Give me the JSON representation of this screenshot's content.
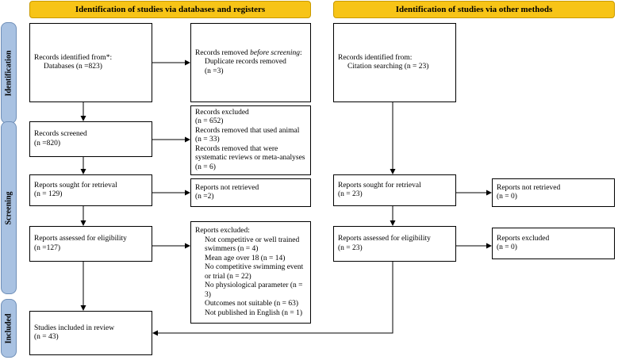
{
  "headers": {
    "databases": "Identification of studies via databases and registers",
    "other": "Identification of studies via other methods"
  },
  "stages": {
    "identification": "Identification",
    "screening": "Screening",
    "included": "Included"
  },
  "boxes": {
    "records_identified": {
      "l1": "Records identified from*:",
      "l2": "Databases (n =823)"
    },
    "records_removed": {
      "l1a": "Records removed ",
      "l1b": "before screening",
      "l1c": ":",
      "l2": "Duplicate records removed",
      "l3": "(n =3)"
    },
    "records_screened": {
      "l1": "Records screened",
      "l2": "(n =820)"
    },
    "records_excluded": {
      "l1": "Records excluded",
      "l2": "(n = 652)",
      "l3": "Records removed that used animal",
      "l4": "(n = 33)",
      "l5": "Records removed that were",
      "l6": "systematic reviews or meta-analyses",
      "l7": "(n = 6)"
    },
    "reports_sought": {
      "l1": "Reports sought for retrieval",
      "l2": "(n = 129)"
    },
    "reports_not_retrieved": {
      "l1": "Reports not retrieved",
      "l2": "(n =2)"
    },
    "reports_assessed": {
      "l1": "Reports assessed for eligibility",
      "l2": "(n =127)"
    },
    "reports_excluded": {
      "l1": "Reports excluded:",
      "l2": "Not competitive or well trained",
      "l3": "swimmers (n = 4)",
      "l4": "Mean age over 18 (n = 14)",
      "l5": "No competitive swimming event",
      "l6": "or trial (n = 22)",
      "l7": "No physiological parameter (n =",
      "l8": "3)",
      "l9": "Outcomes not suitable (n = 63)",
      "l10": "Not published in English (n = 1)"
    },
    "studies_included": {
      "l1": "Studies included in review",
      "l2": "(n = 43)"
    },
    "other_identified": {
      "l1": "Records identified from:",
      "l2": "Citation searching (n = 23)"
    },
    "other_sought": {
      "l1": "Reports sought for retrieval",
      "l2": "(n = 23)"
    },
    "other_not_retrieved": {
      "l1": "Reports not retrieved",
      "l2": "(n = 0)"
    },
    "other_assessed": {
      "l1": "Reports assessed for eligibility",
      "l2": "(n = 23)"
    },
    "other_excluded": {
      "l1": "Reports excluded",
      "l2": "(n = 0)"
    }
  }
}
